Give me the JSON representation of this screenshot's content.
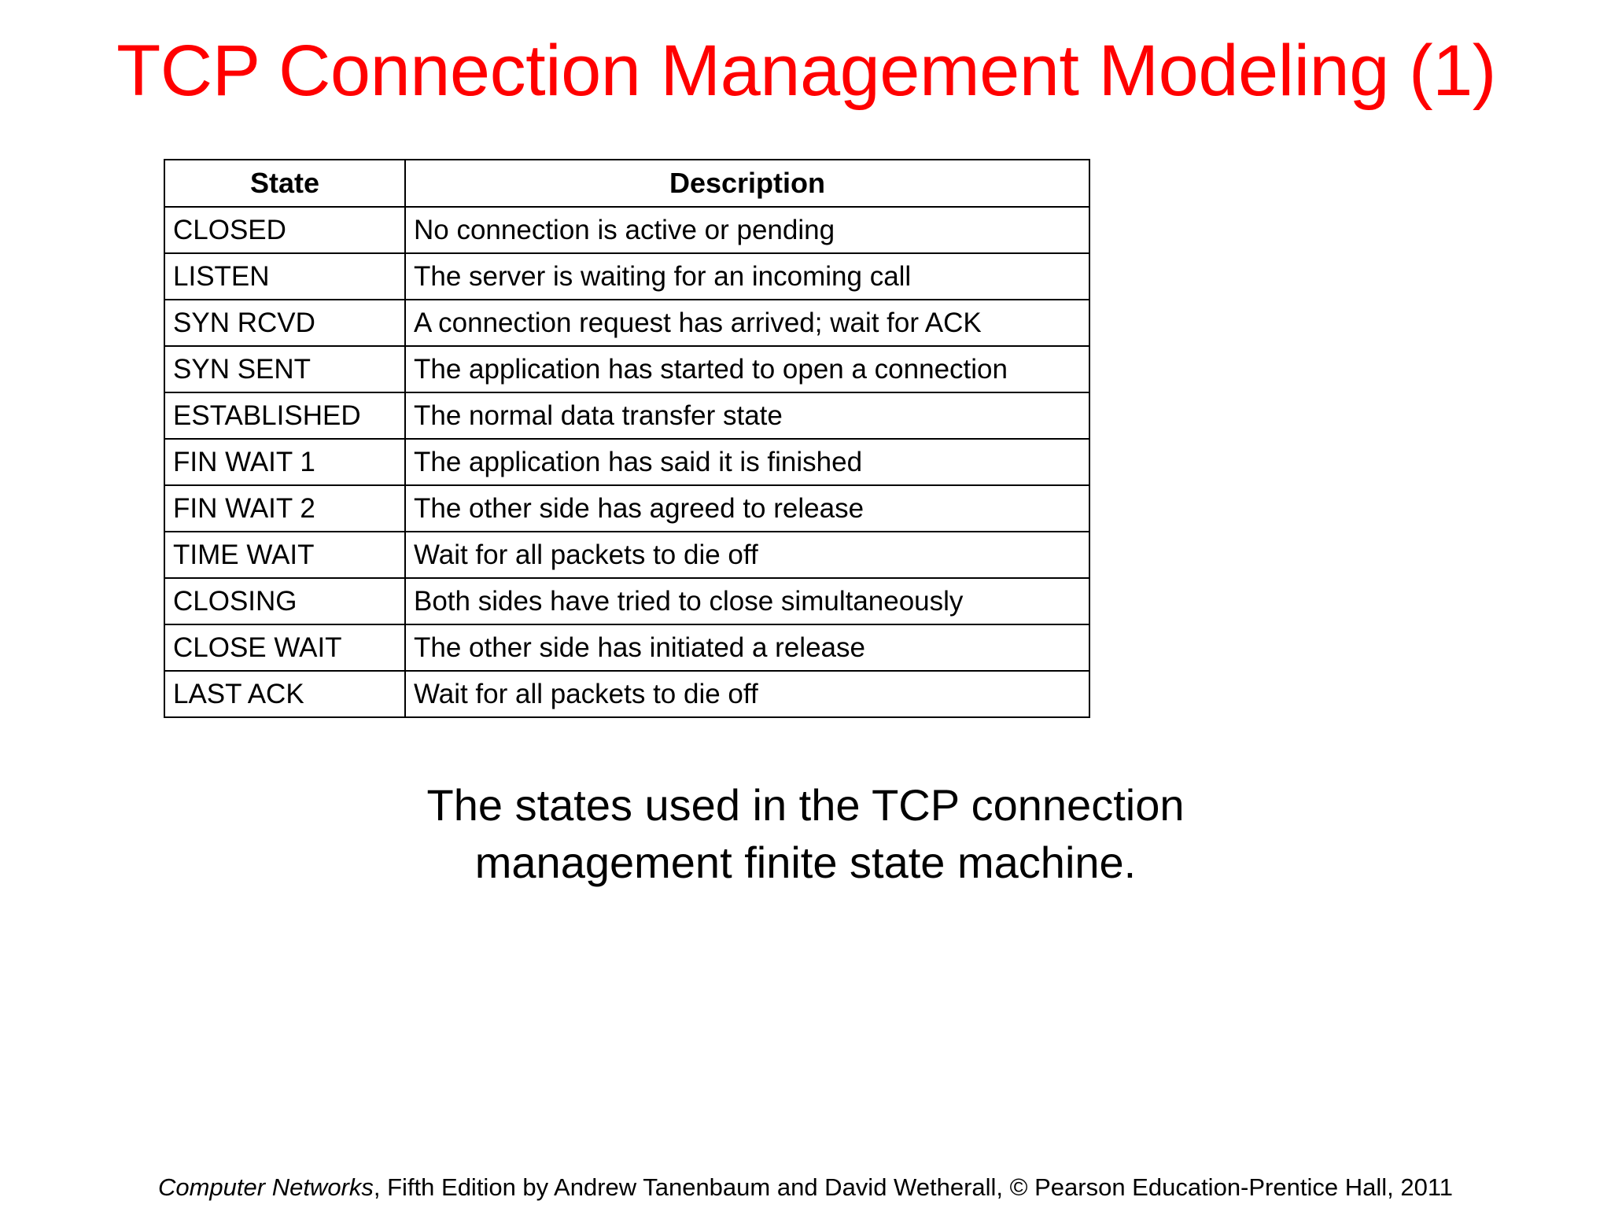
{
  "slide": {
    "title": "TCP Connection Management Modeling (1)",
    "title_color": "#FF0000",
    "background_color": "#FFFFFF",
    "text_color": "#000000"
  },
  "table": {
    "headers": {
      "state": "State",
      "description": "Description"
    },
    "rows": [
      {
        "state": "CLOSED",
        "description": "No connection is active or pending"
      },
      {
        "state": "LISTEN",
        "description": "The server is waiting for an incoming call"
      },
      {
        "state": "SYN RCVD",
        "description": "A connection request has arrived; wait for ACK"
      },
      {
        "state": "SYN SENT",
        "description": "The application has started to open a connection"
      },
      {
        "state": "ESTABLISHED",
        "description": "The normal data transfer state"
      },
      {
        "state": "FIN WAIT 1",
        "description": "The application has said it is finished"
      },
      {
        "state": "FIN WAIT 2",
        "description": "The other side has agreed to release"
      },
      {
        "state": "TIME WAIT",
        "description": "Wait for all packets to die off"
      },
      {
        "state": "CLOSING",
        "description": "Both sides have tried to close simultaneously"
      },
      {
        "state": "CLOSE WAIT",
        "description": "The other side has initiated a release"
      },
      {
        "state": "LAST ACK",
        "description": "Wait for all packets to die off"
      }
    ]
  },
  "caption": {
    "line1": "The states used in the TCP connection",
    "line2": "management finite state machine."
  },
  "footer": {
    "book_title": "Computer Networks",
    "rest": ", Fifth Edition by Andrew Tanenbaum and David Wetherall, © Pearson Education-Prentice Hall, 2011"
  }
}
